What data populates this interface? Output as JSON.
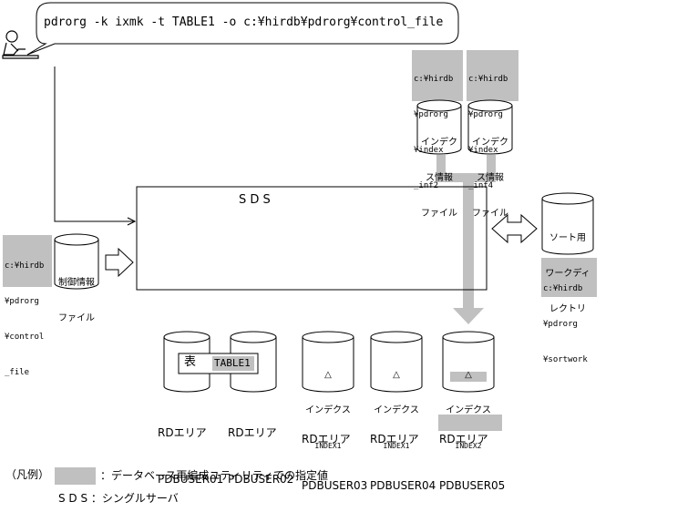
{
  "command": "pdrorg -k ixmk -t TABLE1 -o c:¥hirdb¥pdrorg¥control_file",
  "index_inf2_path": [
    "c:¥hirdb",
    "¥pdrorg",
    "¥index",
    "_inf2"
  ],
  "index_inf4_path": [
    "c:¥hirdb",
    "¥pdrorg",
    "¥index",
    "_inf4"
  ],
  "index_info_file_label": [
    "インデク",
    "ス情報",
    "ファイル"
  ],
  "sds_box_label": "S D S",
  "control_path": [
    "c:¥hirdb",
    "¥pdrorg",
    "¥control",
    "_file"
  ],
  "control_file_label": [
    "制御情報",
    "ファイル"
  ],
  "sort_dir_label": [
    "ソート用",
    "ワークディ",
    "レクトリ"
  ],
  "sortwork_path": [
    "c:¥hirdb",
    "¥pdrorg",
    "¥sortwork"
  ],
  "table_label": "表",
  "table_name": "TABLE1",
  "index_label": "インデクス",
  "triangle": "△",
  "index1": "INDEX1",
  "index2": "INDEX2",
  "rd_area_label": "RDエリア",
  "rd_areas": [
    "PDBUSER01",
    "PDBUSER02",
    "PDBUSER03",
    "PDBUSER04",
    "PDBUSER05"
  ],
  "legend": {
    "title": "（凡例）",
    "gray_desc": "：データベース再編成ユティリティでの指定値",
    "sds_def": "S D S ：シングルサーバ"
  }
}
